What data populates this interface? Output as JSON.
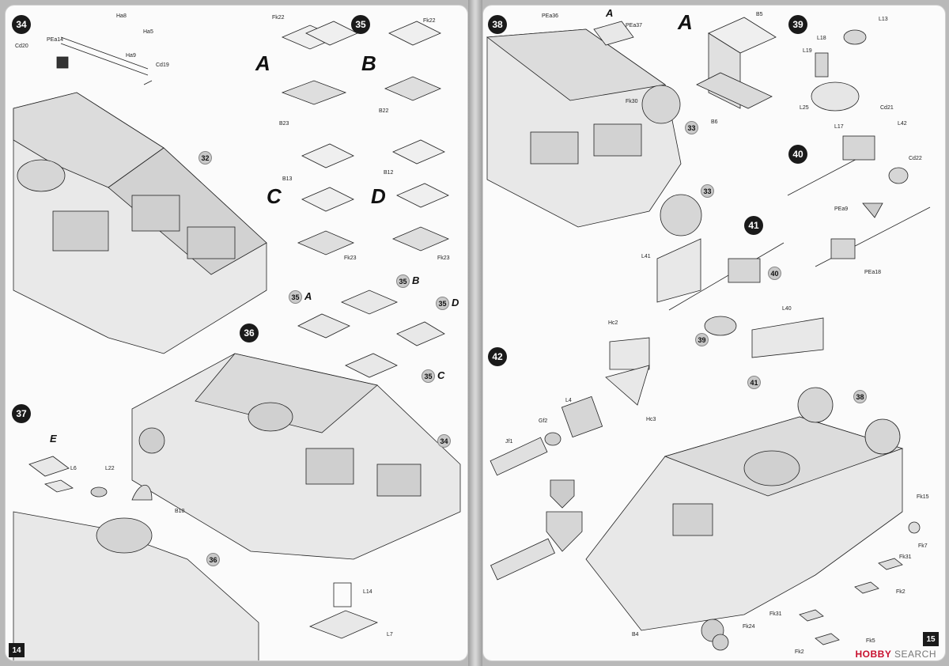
{
  "left_page": {
    "page_number": "14",
    "steps": {
      "s34": {
        "number": "34",
        "parts": [
          "Ha8",
          "Ha5",
          "PEa14",
          "Ha9",
          "Cd20",
          "Cd19"
        ],
        "callout": "32"
      },
      "s35": {
        "number": "35",
        "variants": [
          "A",
          "B",
          "C",
          "D"
        ],
        "parts_a": [
          "Fk22",
          "B23"
        ],
        "parts_b": [
          "Fk22",
          "B22"
        ],
        "parts_c": [
          "B13",
          "Fk23"
        ],
        "parts_d": [
          "B12",
          "Fk23"
        ]
      },
      "s36": {
        "number": "36",
        "callouts": [
          "35",
          "35",
          "35",
          "35",
          "34"
        ],
        "variants": [
          "A",
          "B",
          "D",
          "C"
        ]
      },
      "s37": {
        "number": "37",
        "variant": "E",
        "parts": [
          "L6",
          "L22",
          "B10"
        ],
        "callout": "36"
      },
      "sE": {
        "variant": "E",
        "parts": [
          "L14",
          "L7"
        ]
      }
    }
  },
  "right_page": {
    "page_number": "15",
    "steps": {
      "s38": {
        "number": "38",
        "variant": "A",
        "parts": [
          "PEa36",
          "PEa37",
          "Fk30"
        ],
        "callouts": [
          "33",
          "33"
        ]
      },
      "sA": {
        "variant": "A",
        "parts": [
          "B5",
          "B6"
        ]
      },
      "s39": {
        "number": "39",
        "parts": [
          "L13",
          "L18",
          "L19",
          "L25"
        ]
      },
      "s40": {
        "number": "40",
        "parts": [
          "Cd21",
          "L17",
          "L42",
          "Cd22",
          "PEa9",
          "PEa18"
        ]
      },
      "s41": {
        "number": "41",
        "parts": [
          "L41",
          "L40"
        ],
        "callouts": [
          "40",
          "39"
        ]
      },
      "s42": {
        "number": "42",
        "parts": [
          "Hc2",
          "L4",
          "Gf2",
          "Jf1",
          "Hc3"
        ]
      },
      "sFinal": {
        "callouts": [
          "41",
          "38"
        ],
        "parts": [
          "Fk15",
          "Fk7",
          "Fk31",
          "Fk2",
          "Fk31",
          "Fk24",
          "Fk2",
          "Fk5",
          "B4"
        ]
      }
    }
  },
  "watermark": {
    "brand": "HOBBY",
    "suffix": "SEARCH"
  },
  "colors": {
    "ink": "#111111",
    "paper": "#fbfbfb",
    "bubble": "#c9c9c9",
    "brand_red": "#c8102e"
  }
}
